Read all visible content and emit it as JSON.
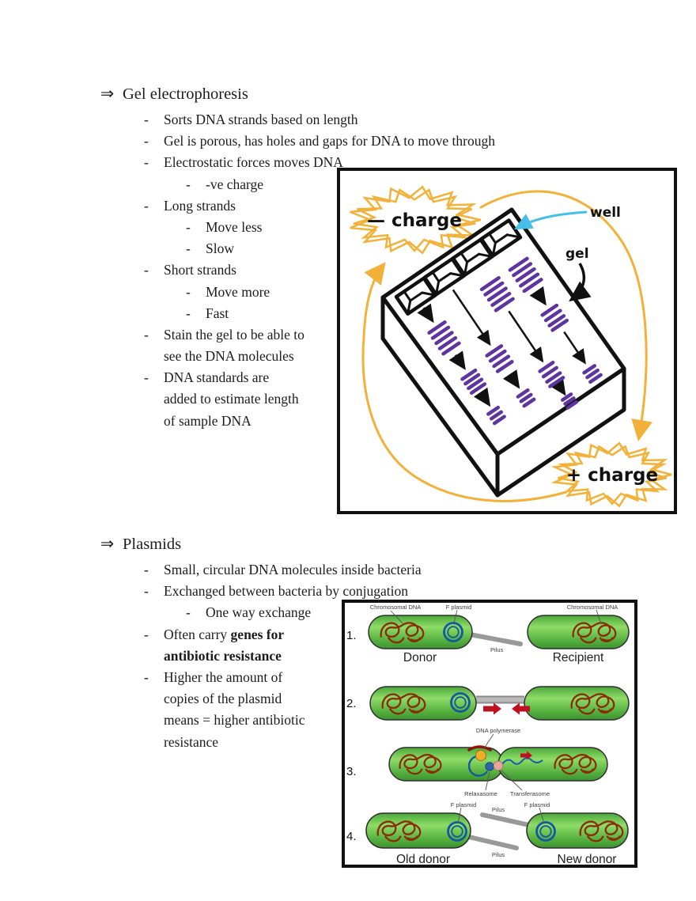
{
  "page": {
    "background": "#ffffff",
    "text_color": "#1c1c1c"
  },
  "sections": [
    {
      "marker": "⇒",
      "heading": "Gel electrophoresis",
      "items": [
        {
          "level": 1,
          "dash": true,
          "text": "Sorts DNA strands based on length"
        },
        {
          "level": 1,
          "dash": true,
          "text": "Gel is porous, has holes and gaps for DNA to move through"
        },
        {
          "level": 1,
          "dash": true,
          "text": "Electrostatic forces moves DNA"
        },
        {
          "level": 2,
          "dash": true,
          "text": "-ve charge"
        },
        {
          "level": 1,
          "dash": true,
          "text": "Long strands"
        },
        {
          "level": 2,
          "dash": true,
          "text": "Move less"
        },
        {
          "level": 2,
          "dash": true,
          "text": "Slow"
        },
        {
          "level": 1,
          "dash": true,
          "text": "Short strands"
        },
        {
          "level": 2,
          "dash": true,
          "text": "Move more"
        },
        {
          "level": 2,
          "dash": true,
          "text": "Fast"
        },
        {
          "level": 1,
          "dash": true,
          "text": "Stain the gel to be able to"
        },
        {
          "level": 1,
          "dash": false,
          "text": "see the DNA molecules"
        },
        {
          "level": 1,
          "dash": true,
          "text": "DNA standards are"
        },
        {
          "level": 1,
          "dash": false,
          "text": "added to estimate length"
        },
        {
          "level": 1,
          "dash": false,
          "text": "of sample DNA"
        }
      ]
    },
    {
      "marker": "⇒",
      "heading": "Plasmids",
      "items": [
        {
          "level": 1,
          "dash": true,
          "text": "Small, circular DNA molecules inside bacteria"
        },
        {
          "level": 1,
          "dash": true,
          "text": "Exchanged between bacteria by conjugation"
        },
        {
          "level": 2,
          "dash": true,
          "text": "One way exchange"
        },
        {
          "level": 1,
          "dash": true,
          "segments": [
            {
              "text": "Often carry ",
              "bold": false
            },
            {
              "text": "genes for",
              "bold": true
            }
          ]
        },
        {
          "level": 1,
          "dash": false,
          "segments": [
            {
              "text": "antibiotic resistance",
              "bold": true
            }
          ]
        },
        {
          "level": 1,
          "dash": true,
          "text": "Higher the amount of"
        },
        {
          "level": 1,
          "dash": false,
          "text": "copies of the plasmid"
        },
        {
          "level": 1,
          "dash": false,
          "text": "means = higher antibiotic"
        },
        {
          "level": 1,
          "dash": false,
          "text": "resistance"
        }
      ]
    }
  ],
  "gel_figure": {
    "neg_charge": "— charge",
    "pos_charge": "+ charge",
    "well_label": "well",
    "gel_label": "gel",
    "colors": {
      "yellow": "#f2b138",
      "purple": "#5e34a0",
      "cyan": "#45bfe8",
      "ink": "#111111"
    }
  },
  "plasmid_figure": {
    "step1": {
      "num": "1.",
      "chromosomal_dna_left": "Chromosomal DNA",
      "f_plasmid": "F plasmid",
      "chromosomal_dna_right": "Chromosomal DNA",
      "pilus": "Pilus",
      "donor": "Donor",
      "recipient": "Recipient"
    },
    "step2": {
      "num": "2."
    },
    "step3": {
      "num": "3.",
      "dna_polymerase": "DNA polymerase",
      "relaxasome": "Relaxasome",
      "transferasome": "Transferasome"
    },
    "step4": {
      "num": "4.",
      "f_plasmid_left": "F plasmid",
      "f_plasmid_right": "F plasmid",
      "pilus_top": "Pilus",
      "pilus_bottom": "Pilus",
      "old_donor": "Old donor",
      "new_donor": "New donor"
    },
    "colors": {
      "bacteria_green": "#5cb845",
      "dna_brown": "#8a2b05",
      "plasmid_blue": "#14589e",
      "pilus_gray": "#999999",
      "arrow_red": "#bf1020",
      "polymerase_yellow": "#f2ac25",
      "transferasome_pink": "#eaa49b"
    }
  }
}
